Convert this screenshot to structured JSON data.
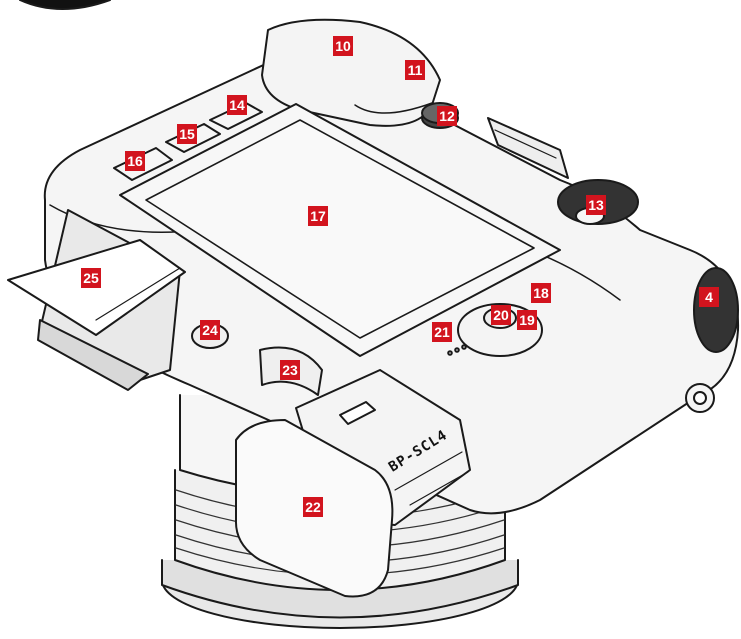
{
  "callouts": {
    "c4": "4",
    "c10": "10",
    "c11": "11",
    "c12": "12",
    "c13": "13",
    "c14": "14",
    "c15": "15",
    "c16": "16",
    "c17": "17",
    "c18": "18",
    "c19": "19",
    "c20": "20",
    "c21": "21",
    "c22": "22",
    "c23": "23",
    "c24": "24",
    "c25": "25"
  },
  "battery_label": "BP-SCL4",
  "colors": {
    "callout_bg": "#d2141e",
    "callout_text": "#ffffff",
    "outline": "#1a1a1a",
    "body": "#f4f4f4"
  }
}
